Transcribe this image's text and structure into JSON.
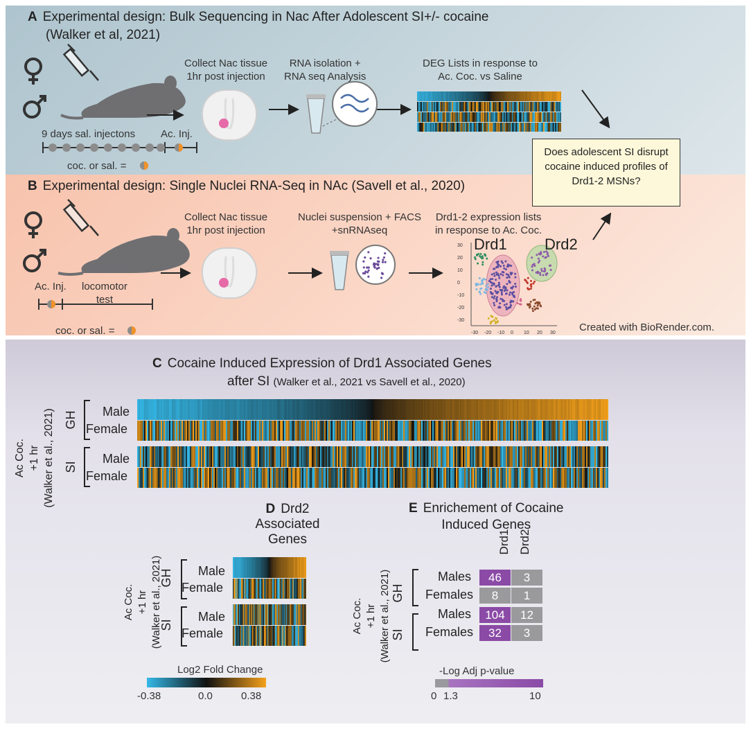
{
  "panelA": {
    "letter": "A",
    "title": "Experimental design: Bulk Sequencing in Nac After Adolescent SI+/- cocaine",
    "citation": "(Walker et al, 2021)",
    "step1": [
      "Collect Nac tissue",
      "1hr post injection"
    ],
    "step2": [
      "RNA isolation +",
      "RNA seq Analysis"
    ],
    "step3": [
      "DEG Lists in response to",
      "Ac. Coc. vs Saline"
    ],
    "timeline_label": "9 days sal. injectons",
    "ac_inj": "Ac. Inj.",
    "legend": "coc. or sal. ="
  },
  "question": [
    "Does adolescent SI disrupt",
    "cocaine induced profiles of",
    "Drd1-2 MSNs?"
  ],
  "panelB": {
    "letter": "B",
    "title": "Experimental design: Single Nuclei RNA-Seq in NAc (Savell et al., 2020)",
    "step1": [
      "Collect Nac tissue",
      "1hr post injection"
    ],
    "step2": [
      "Nuclei suspension + FACS",
      "+snRNAseq"
    ],
    "step3": [
      "Drd1-2 expression lists",
      "in response to Ac. Coc."
    ],
    "ac_inj": "Ac. Inj.",
    "locomotor": [
      "locomotor",
      "test"
    ],
    "legend": "coc. or sal. =",
    "drd1": "Drd1",
    "drd2": "Drd2",
    "credit": "Created with BioRender.com.",
    "tsne_y_ticks": [
      "30",
      "20",
      "10",
      "0",
      "-10",
      "-20",
      "-30"
    ],
    "tsne_x_ticks": [
      "-30",
      "-20",
      "-10",
      "0",
      "10",
      "20",
      "30"
    ]
  },
  "panelC": {
    "letter": "C",
    "title_line1": "Cocaine Induced Expression of Drd1 Associated Genes",
    "title_line2": "after SI",
    "title_line2_small": "(Walker et al., 2021 vs Savell et al., 2020)",
    "side_label": [
      "Ac Coc.",
      "+1 hr",
      "(Walker et al., 2021)"
    ],
    "gh": "GH",
    "si": "SI",
    "male": "Male",
    "female": "Female"
  },
  "panelD": {
    "letter": "D",
    "title": [
      "Drd2",
      "Associated",
      "Genes"
    ],
    "side_label": [
      "Ac Coc.",
      "+1 hr",
      "(Walker et al., 2021)"
    ],
    "gh": "GH",
    "si": "SI",
    "male": "Male",
    "female": "Female",
    "colorbar_title": "Log2 Fold Change",
    "colorbar_ticks": [
      "-0.38",
      "0.0",
      "0.38"
    ]
  },
  "panelE": {
    "letter": "E",
    "title": [
      "Enrichement of Cocaine",
      "Induced Genes"
    ],
    "col_headers": [
      "Drd1",
      "Drd2"
    ],
    "side_label": [
      "Ac Coc.",
      "+1 hr",
      "(Walker et al., 2021)"
    ],
    "gh": "GH",
    "si": "SI",
    "row_labels": [
      "Males",
      "Females",
      "Males",
      "Females"
    ],
    "values": [
      [
        "46",
        "3"
      ],
      [
        "8",
        "1"
      ],
      [
        "104",
        "12"
      ],
      [
        "32",
        "3"
      ]
    ],
    "colorbar_title": "-Log Adj p-value",
    "colorbar_ticks": [
      "0",
      "1.3",
      "10"
    ]
  },
  "colors": {
    "heat_low": "#35b9e8",
    "heat_mid": "#111111",
    "heat_high": "#f5a11b",
    "sig_purple": "#8a4aa6",
    "nonsig_grey": "#9a9a9d"
  }
}
